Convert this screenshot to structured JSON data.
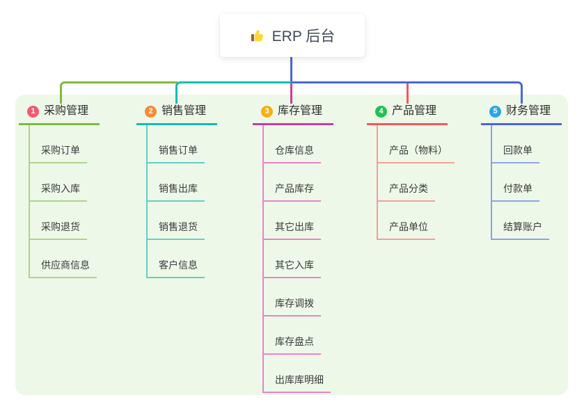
{
  "root": {
    "icon": "thumbs-up-icon",
    "title": "ERP 后台"
  },
  "colors": {
    "canvas_bg": "#ffffff",
    "panel_bg": "#edf8e8",
    "root_connector": "#4a67d6",
    "text": "#333333"
  },
  "branches": [
    {
      "badge": "1",
      "badge_color": "#f5586f",
      "line_color": "#7eba3e",
      "child_line_color": "#aed489",
      "title": "采购管理",
      "children": [
        "采购订单",
        "采购入库",
        "采购退货",
        "供应商信息"
      ]
    },
    {
      "badge": "2",
      "badge_color": "#fa8a34",
      "line_color": "#12bcb2",
      "child_line_color": "#63cfc5",
      "title": "销售管理",
      "children": [
        "销售订单",
        "销售出库",
        "销售退货",
        "客户信息"
      ]
    },
    {
      "badge": "3",
      "badge_color": "#f9ae13",
      "line_color": "#ce3a9e",
      "child_line_color": "#ec82c8",
      "title": "库存管理",
      "children": [
        "仓库信息",
        "产品库存",
        "其它出库",
        "其它入库",
        "库存调拨",
        "库存盘点",
        "出库库明细"
      ]
    },
    {
      "badge": "4",
      "badge_color": "#22c055",
      "line_color": "#fa545c",
      "child_line_color": "#f89d97",
      "title": "产品管理",
      "children": [
        "产品（物料）",
        "产品分类",
        "产品单位"
      ]
    },
    {
      "badge": "5",
      "badge_color": "#2aa6e9",
      "line_color": "#4a67d6",
      "child_line_color": "#8aa3e4",
      "title": "财务管理",
      "children": [
        "回款单",
        "付款单",
        "结算账户"
      ]
    }
  ]
}
